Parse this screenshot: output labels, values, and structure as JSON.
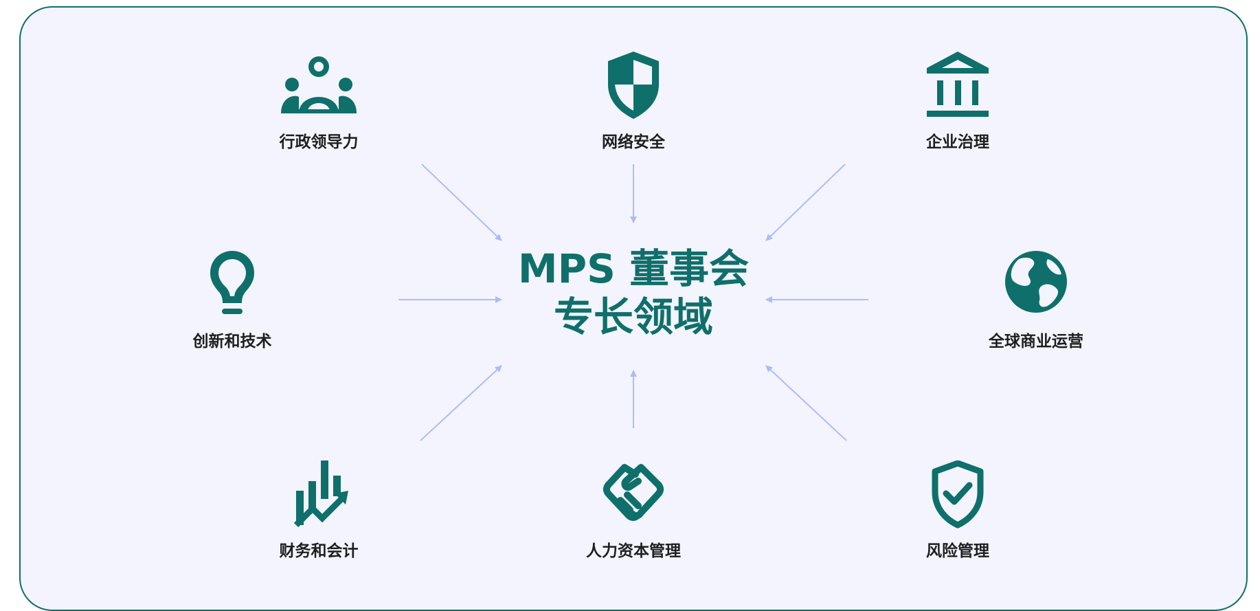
{
  "colors": {
    "accent": "#0f6f6b",
    "arrow": "#aebcf6",
    "background": "#f3f4fd",
    "label": "#1e1e1e"
  },
  "center": {
    "line1": "MPS 董事会",
    "line2": "专长领域"
  },
  "nodes": {
    "top_left": {
      "label": "行政领导力",
      "icon": "people-group-icon"
    },
    "top_center": {
      "label": "网络安全",
      "icon": "shield-icon"
    },
    "top_right": {
      "label": "企业治理",
      "icon": "bank-building-icon"
    },
    "middle_left": {
      "label": "创新和技术",
      "icon": "lightbulb-icon"
    },
    "middle_right": {
      "label": "全球商业运营",
      "icon": "globe-icon"
    },
    "bottom_left": {
      "label": "财务和会计",
      "icon": "chart-growth-icon"
    },
    "bottom_center": {
      "label": "人力资本管理",
      "icon": "handshake-icon"
    },
    "bottom_right": {
      "label": "风险管理",
      "icon": "shield-check-icon"
    }
  }
}
